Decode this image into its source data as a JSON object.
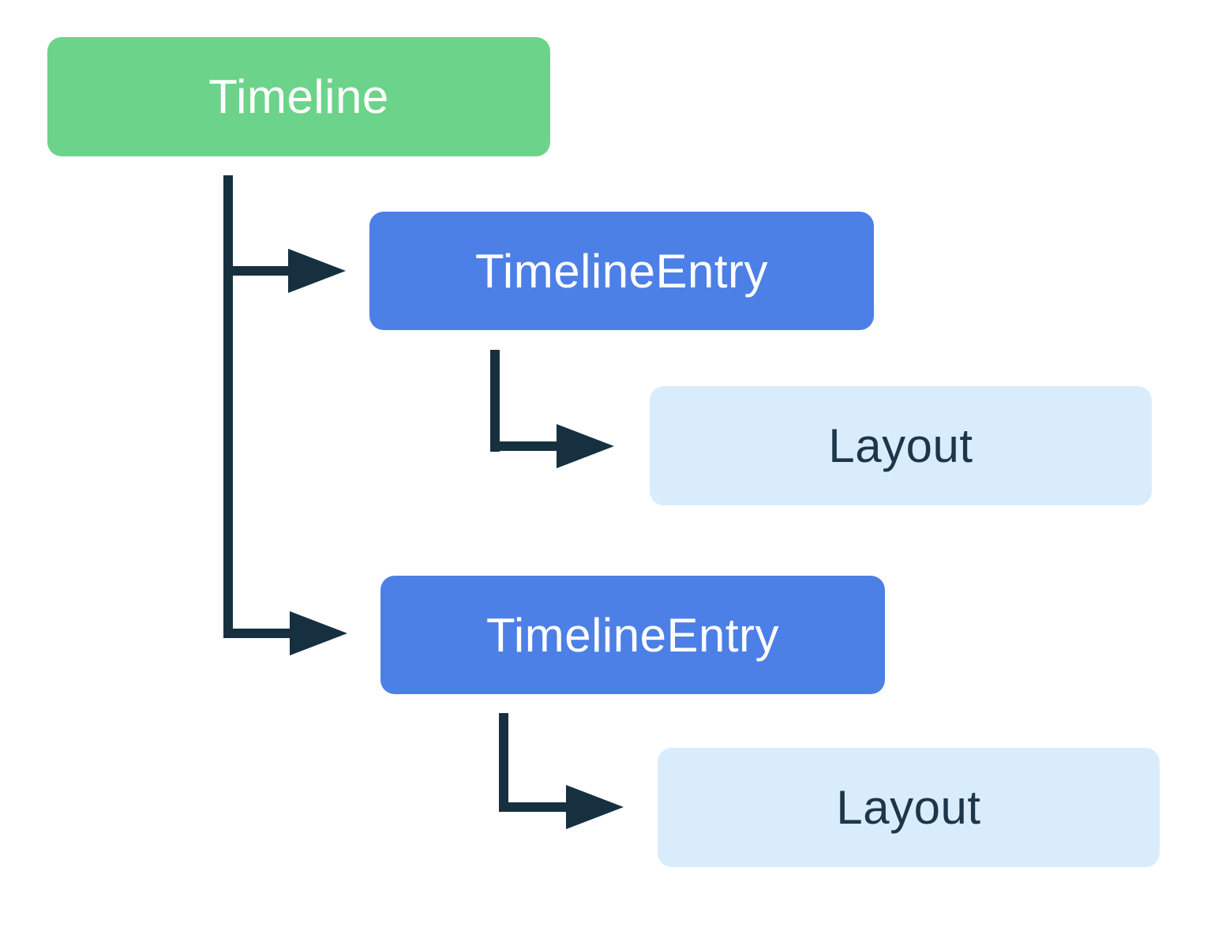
{
  "diagram": {
    "nodes": {
      "root": {
        "label": "Timeline"
      },
      "entry1": {
        "label": "TimelineEntry"
      },
      "layout1": {
        "label": "Layout"
      },
      "entry2": {
        "label": "TimelineEntry"
      },
      "layout2": {
        "label": "Layout"
      }
    },
    "colors": {
      "root_bg": "#6bd48a",
      "entry_bg": "#4d80e6",
      "layout_bg": "#d9ecfb",
      "connector": "#17303f",
      "node_text_light": "#ffffff",
      "layout_text": "#1d3649",
      "background": "#ffffff"
    }
  }
}
